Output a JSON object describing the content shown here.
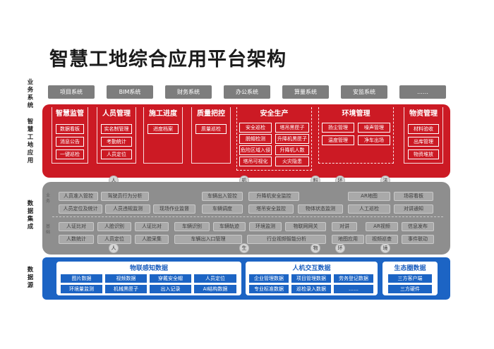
{
  "title": "智慧工地综合应用平台架构",
  "layer_labels": {
    "business": "业务系统",
    "application": "智慧工地应用",
    "integration": "数据集成",
    "source": "数据源"
  },
  "business_systems": [
    "项目系统",
    "BIM系统",
    "财务系统",
    "办公系统",
    "算量系统",
    "安监系统",
    "……"
  ],
  "app_modules": {
    "supervision": {
      "title": "智慧监管",
      "items": [
        "数据看板",
        "消息公告",
        "一键巡检"
      ]
    },
    "personnel": {
      "title": "人员管理",
      "items": [
        "实名制管理",
        "考勤统计",
        "人员定位"
      ]
    },
    "progress": {
      "title": "施工进度",
      "items": [
        "进度档案"
      ]
    },
    "quality": {
      "title": "质量把控",
      "items": [
        "质量巡检"
      ]
    },
    "safety": {
      "title": "安全生产",
      "items": [
        "安全巡检",
        "塔吊黑匣子",
        "脱帽检测",
        "升降机黑匣子",
        "危险区域入侵",
        "升降机人数",
        "塔吊可视化",
        "火灾隐患"
      ]
    },
    "environment": {
      "title": "环境管理",
      "items": [
        "扬尘管理",
        "噪声管理",
        "温度管理",
        "净车出场"
      ]
    },
    "material": {
      "title": "物资管理",
      "items": [
        "材料验收",
        "出库管理",
        "物资堆放"
      ]
    }
  },
  "connector_top": [
    "人",
    "机",
    "料",
    "环",
    "法"
  ],
  "connector_bottom": [
    "人",
    "生",
    "物",
    "环",
    "境"
  ],
  "integration_side_labels": {
    "business": "业务",
    "base": "基础"
  },
  "integration_business": [
    "人员准入管控",
    "驾驶员行为分析",
    "车辆出入管控",
    "升降机安全监控",
    "AR地图",
    "场容看板",
    "人员定位及统计",
    "人员违规监测",
    "现场作业监督",
    "车辆调度",
    "塔吊安全监控",
    "物体状态监测",
    "人工巡检",
    "对讲通知"
  ],
  "integration_base": [
    "人证比对",
    "人脸识别",
    "人证比对",
    "车辆识别",
    "车辆轨迹",
    "环境监测",
    "物联网网关",
    "对讲",
    "AR视频",
    "信息发布",
    "人数统计",
    "人员定位",
    "人脸采集",
    "车辆出入口管理",
    "行业视频智能分析",
    "地图应用",
    "视频巡查",
    "事件联动"
  ],
  "sources": {
    "iot": {
      "title": "物联感知数据",
      "items": [
        "图片数据",
        "视频数据",
        "穿戴安全帽",
        "人员定位",
        "环境量监测",
        "机械黑匣子",
        "出入记录",
        "AI结构数据"
      ]
    },
    "hci": {
      "title": "人机交互数据",
      "items": [
        "企业管理数据",
        "项目管理数据",
        "劳务登记数据",
        "专业标准数据",
        "巡检录入数据",
        "……"
      ]
    },
    "eco": {
      "title": "生态圈数据",
      "items": [
        "三方客户端",
        "三方硬件"
      ]
    }
  },
  "colors": {
    "app_red": "#cc1a24",
    "integration_gray": "#8e8e8e",
    "source_blue": "#1c64c4",
    "business_gray": "#7d7d7d"
  }
}
